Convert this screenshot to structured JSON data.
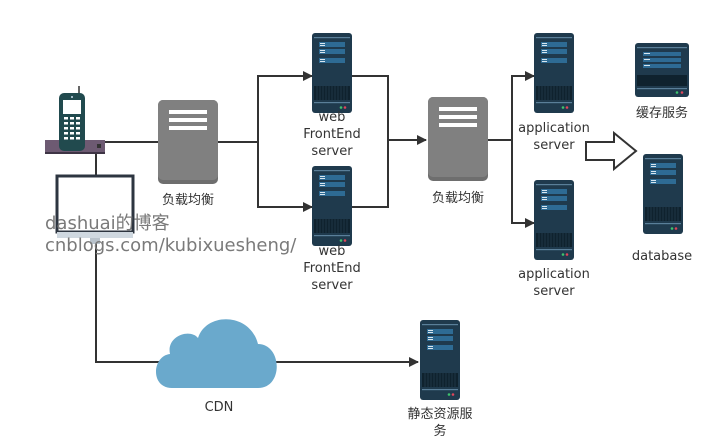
{
  "diagram": {
    "nodes": {
      "client_phone": {
        "label": "",
        "icon": "phone-base-icon"
      },
      "client_pc": {
        "label": "",
        "icon": "monitor-icon"
      },
      "lb1": {
        "label": "负载均衡",
        "icon": "load-balancer-icon"
      },
      "web1": {
        "label": "web\nFrontEnd\nserver",
        "line1": "web",
        "line2": "FrontEnd",
        "line3": "server",
        "icon": "server-tower-icon"
      },
      "web2": {
        "label": "web\nFrontEnd\nserver",
        "line1": "web",
        "line2": "FrontEnd",
        "line3": "server",
        "icon": "server-tower-icon"
      },
      "lb2": {
        "label": "负载均衡",
        "icon": "load-balancer-icon"
      },
      "app1": {
        "line1": "application",
        "line2": "server",
        "icon": "server-tower-icon"
      },
      "app2": {
        "line1": "application",
        "line2": "server",
        "icon": "server-tower-icon"
      },
      "cache": {
        "label": "缓存服务",
        "icon": "server-box-icon"
      },
      "db": {
        "label": "database",
        "icon": "server-tower-icon"
      },
      "cdn": {
        "label": "CDN",
        "icon": "cloud-icon"
      },
      "static": {
        "line1": "静态资源服",
        "line2": "务",
        "icon": "server-tower-icon"
      }
    },
    "edges": [
      [
        "client_phone",
        "lb1"
      ],
      [
        "lb1",
        "web1"
      ],
      [
        "lb1",
        "web2"
      ],
      [
        "web1",
        "lb2"
      ],
      [
        "web2",
        "lb2"
      ],
      [
        "lb2",
        "app1"
      ],
      [
        "lb2",
        "app2"
      ],
      [
        "app",
        "cache_db"
      ],
      [
        "client_pc",
        "cdn"
      ],
      [
        "cdn",
        "static"
      ]
    ]
  },
  "watermark": {
    "line1": "dashuai的博客",
    "line2": "cnblogs.com/kubixuesheng/"
  },
  "colors": {
    "line": "#333333",
    "server_body": "#1f3a4d",
    "server_panel": "#2e6b94",
    "lb_body": "#7a7a7a",
    "cloud": "#6aa9cc",
    "phone_base": "#6d5a72"
  }
}
